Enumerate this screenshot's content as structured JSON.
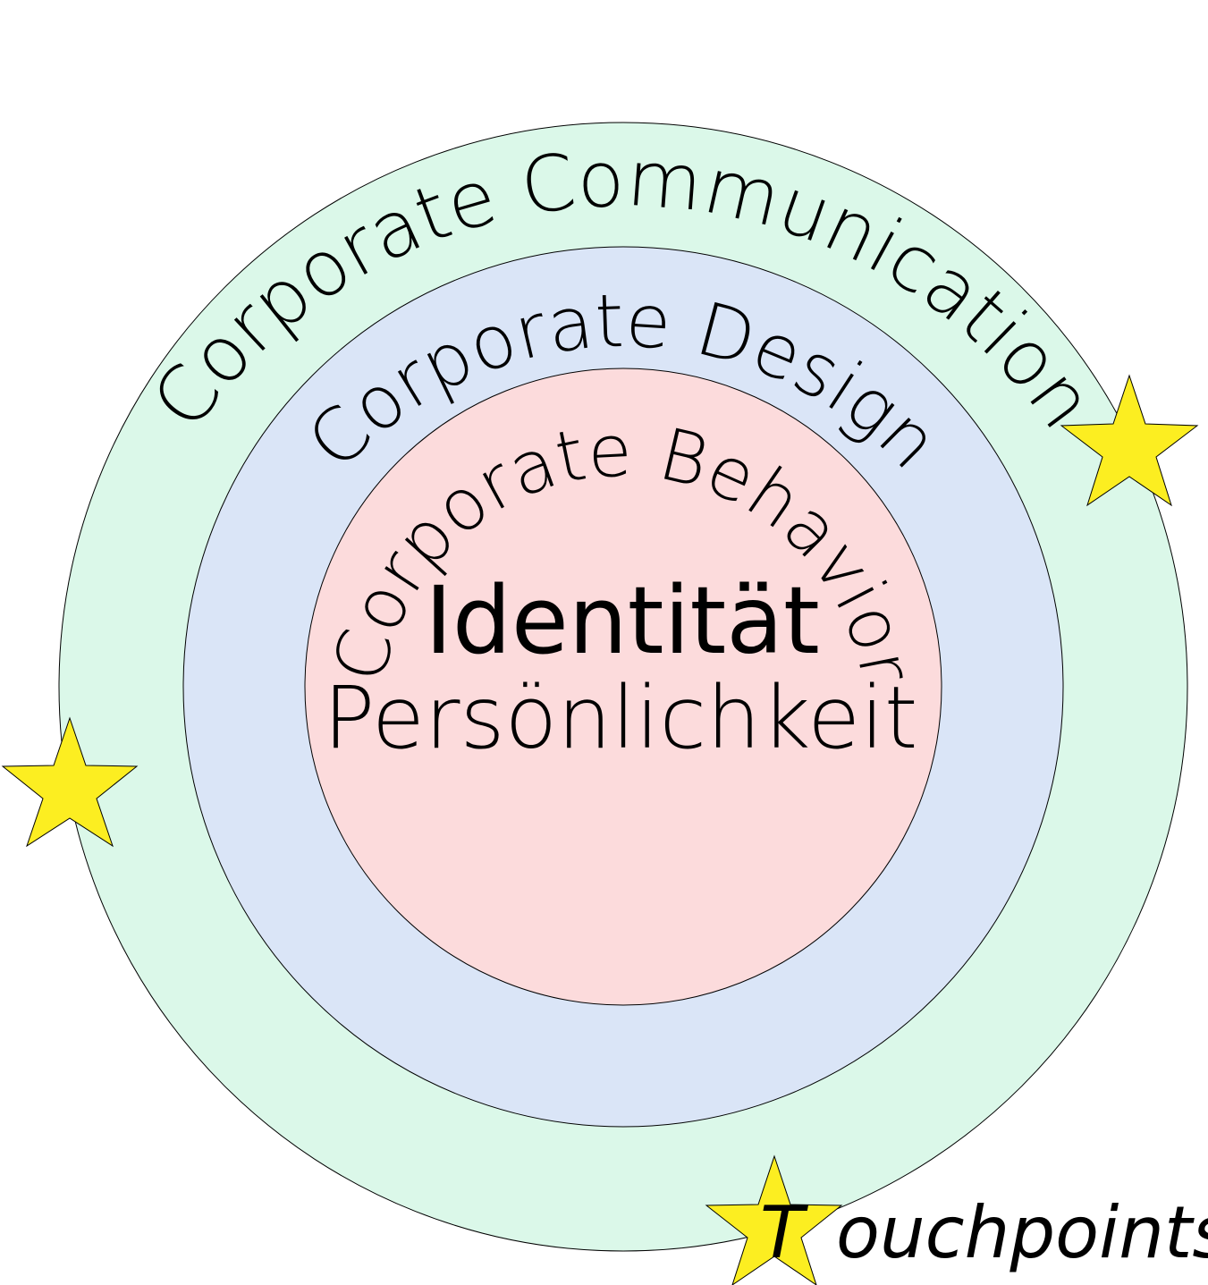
{
  "diagram": {
    "rings": [
      {
        "label": "Corporate Communication",
        "fill": "#dbf8e9"
      },
      {
        "label": "Corporate Design",
        "fill": "#dae5f7"
      },
      {
        "label": "Corporate Behavior",
        "fill": "#fcdbdc"
      }
    ],
    "center": {
      "title": "Identität",
      "subtitle": "Persönlichkeit"
    },
    "touchpoints": {
      "initial": "T",
      "rest": "ouchpoints",
      "star_color": "#fcee21"
    },
    "stroke_color": "#000000"
  }
}
